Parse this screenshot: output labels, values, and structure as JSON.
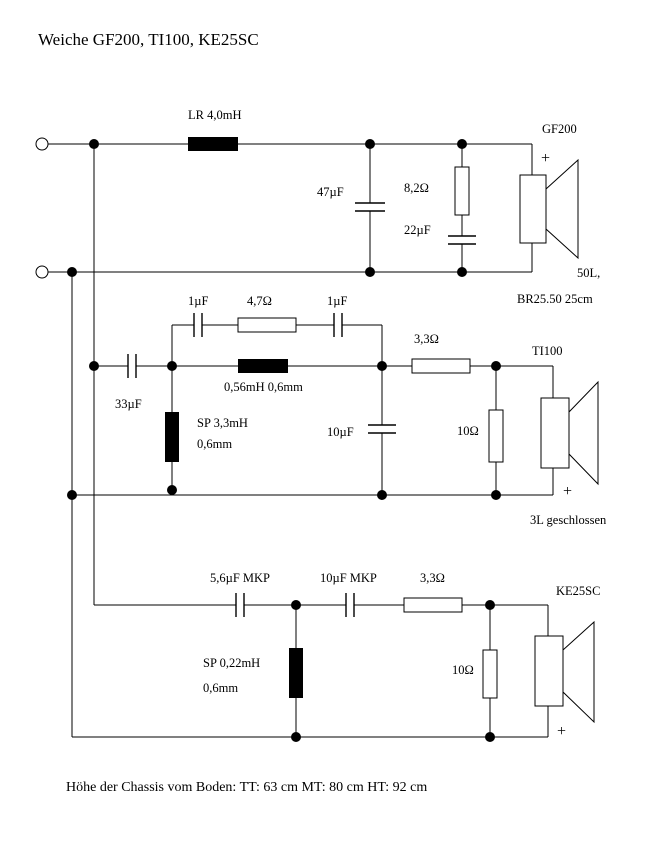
{
  "title": "Weiche GF200, TI100, KE25SC",
  "footer": "Höhe der Chassis vom Boden: TT: 63 cm MT: 80 cm HT: 92 cm",
  "woofer": {
    "inductor": "LR 4,0mH",
    "cap": "47µF",
    "resistor": "8,2Ω",
    "cap2": "22µF",
    "driver": "GF200",
    "plus": "+",
    "box1": "50L,",
    "box2": "BR25.50 25cm"
  },
  "mid": {
    "cap_series": "33µF",
    "cap_a": "1µF",
    "res_bridge": "4,7Ω",
    "cap_b": "1µF",
    "inductor": "0,56mH 0,6mm",
    "sp1": "SP 3,3mH",
    "sp2": "0,6mm",
    "cap_shunt": "10µF",
    "res_series": "3,3Ω",
    "res_shunt": "10Ω",
    "driver": "TI100",
    "plus": "+",
    "box": "3L geschlossen"
  },
  "tweeter": {
    "cap1": "5,6µF MKP",
    "cap2": "10µF MKP",
    "res_series": "3,3Ω",
    "sp1": "SP 0,22mH",
    "sp2": "0,6mm",
    "res_shunt": "10Ω",
    "driver": "KE25SC",
    "plus": "+"
  }
}
